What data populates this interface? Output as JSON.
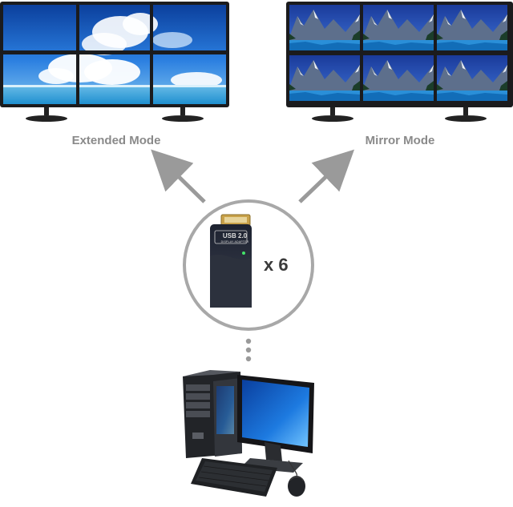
{
  "labels": {
    "extended": "Extended Mode",
    "mirror": "Mirror Mode",
    "multiplier": "x 6"
  },
  "adapter": {
    "line1": "USB 2.0",
    "line2": "DISPLAY ADAPTER"
  },
  "icons": {
    "extended_wall": "six-monitor-extended-icon",
    "mirror_wall": "six-monitor-mirror-icon",
    "adapter": "usb-display-adapter-icon",
    "computer": "desktop-computer-icon"
  }
}
